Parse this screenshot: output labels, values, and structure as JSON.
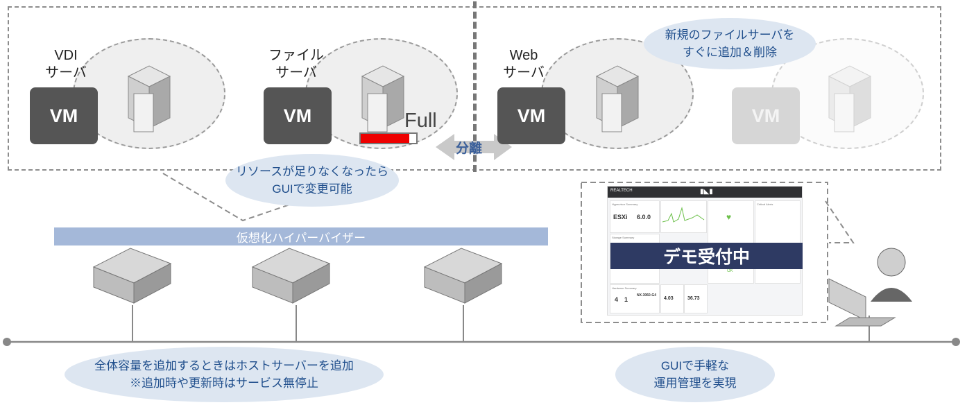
{
  "vm_label": "VM",
  "servers": {
    "vdi": "VDI\nサーバ",
    "file": "ファイル\nサーバ",
    "web": "Web\nサーバ"
  },
  "full_label": "Full",
  "separation_label": "分離",
  "notes": {
    "resource": "リソースが足りなくなったら\nGUIで変更可能",
    "new_file_server": "新規のファイルサーバを\nすぐに追加＆削除",
    "capacity": "全体容量を追加するときはホストサーバーを追加\n※追加時や更新時はサービス無停止",
    "gui": "GUIで手軽な\n運用管理を実現"
  },
  "hypervisor_label": "仮想化ハイパーバイザー",
  "demo_label": "デモ受付中",
  "dashboard": {
    "brand": "REALTECH",
    "hypervisor_title": "Hypervisor Summary",
    "hypervisor_name": "ESXi",
    "version": "6.0.0",
    "storage_title": "Storage Summary",
    "hardware_title": "Hardware Summary",
    "hosts": "4",
    "blocks": "1",
    "model": "NX-3060-G4",
    "cpu_usage": "4.03",
    "memory_usage": "36.73",
    "health_status": "OK",
    "critical_title": "Critical Alerts"
  },
  "colors": {
    "vm_dark": "#555555",
    "vm_faded": "#d6d6d6",
    "note_bg": "#dde6f1",
    "note_text": "#1f4e8c",
    "hypervisor_bar": "#a4b8d9",
    "demo_bg": "#2e3a63",
    "full_bar": "#ee0000",
    "arrow": "#c9c9c9",
    "separation_text": "#3a5f9a"
  }
}
